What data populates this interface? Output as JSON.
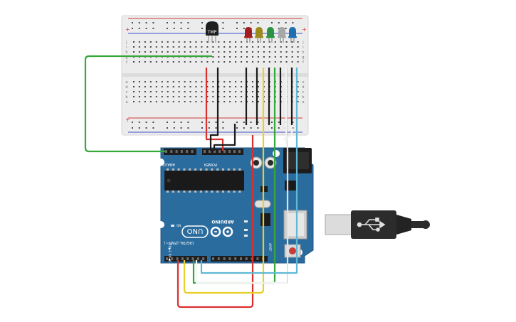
{
  "colors": {
    "background": "#ffffff",
    "breadboard": "#ececec",
    "breadboard_hole": "#4a4a4a",
    "rail_red": "#d33a3a",
    "rail_blue": "#3a4fc8",
    "board_blue": "#2b6c9f",
    "board_dark": "#1f5580",
    "header_black": "#1e1e1e",
    "wire_red": "#d8302e",
    "wire_black": "#1b1b1b",
    "wire_green": "#36a83a",
    "wire_yellow": "#e9cf2a",
    "wire_white": "#f2f2f2",
    "wire_cyan": "#5fb9d6",
    "led_red": "#a31d20",
    "led_olive": "#9c8a1b",
    "led_green": "#2a9440",
    "led_gray": "#a7a7a7",
    "led_blue": "#1f6fb0",
    "usb_cable": "#2c2c2c",
    "usb_metal": "#cfcfcf"
  },
  "icons": {
    "logo": "arduino-infinity-logo",
    "usb_symbol": "usb-trident-icon",
    "sensor": "temperature-sensor-icon"
  },
  "labels": {
    "sensor": "TMP",
    "uno": "UNO",
    "brand": "ARDUINO",
    "on": "ON",
    "analog": "ANALOG IN",
    "power": "POWER",
    "digital": "DIGITAL (PWM~)",
    "aref": "AREF",
    "gnd_top": "GND",
    "txrx": "TX▶1  RX◀0",
    "l_led": "L",
    "tx_led": "TX",
    "rx_led": "RX"
  },
  "breadboard": {
    "rows_top": [
      "j",
      "i",
      "h",
      "g",
      "f"
    ],
    "rows_bottom": [
      "e",
      "d",
      "c",
      "b",
      "a"
    ],
    "columns": 30
  },
  "leds": [
    "red",
    "olive",
    "green",
    "gray",
    "blue"
  ]
}
